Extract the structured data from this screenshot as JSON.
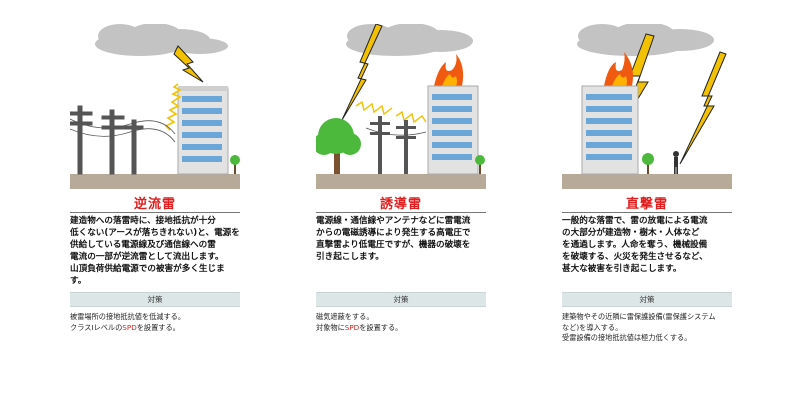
{
  "panels": [
    {
      "title": "逆流雷",
      "desc": [
        "建造物への落雷時に、接地抵抗が十分",
        "低くない(アースが落ちきれない)と、電源を",
        "供給している電源線及び通信線への雷",
        "電流の一部が逆流雷として流出します。",
        "山頂負荷供給電源での被害が多く生じま",
        "す。"
      ],
      "section_label": "対策",
      "counter": [
        "被雷場所の接地抵抗値を低減する。"
      ],
      "counter_spd_pre": "クラスⅠレベルの",
      "counter_spd": "SPD",
      "counter_spd_post": "を設置する。"
    },
    {
      "title": "誘導雷",
      "desc": [
        "電源線・通信線やアンテナなどに雷電流",
        "からの電磁誘導により発生する高電圧で",
        "直撃雷より低電圧ですが、機器の破壊を",
        "引き起こします。"
      ],
      "section_label": "対策",
      "counter": [
        "磁気遮蔽をする。"
      ],
      "counter_spd_pre": "対象物に",
      "counter_spd": "SPD",
      "counter_spd_post": "を設置する。"
    },
    {
      "title": "直撃雷",
      "desc": [
        "一般的な落雷で、雷の放電による電流",
        "の大部分が建造物・樹木・人体など",
        "を通過します。人命を奪う、機械設備",
        "を破壊する、火災を発生させるなど、",
        "甚大な被害を引き起こします。"
      ],
      "section_label": "対策",
      "counter": [
        "建築物やその近隣に雷保護設備(雷保護システム",
        "など)を導入する。",
        "受雷設備の接地抵抗値は極力低くする。"
      ]
    }
  ],
  "colors": {
    "title": "#e02020",
    "bolt": "#f2c200",
    "fire": "#f05a10",
    "tree": "#4cb83c",
    "building": "#e2e2e2",
    "window": "#6aa6d8",
    "cloud": "#c0c0c0",
    "ground": "#b8aa98",
    "section_bar": "#dde6e6"
  }
}
